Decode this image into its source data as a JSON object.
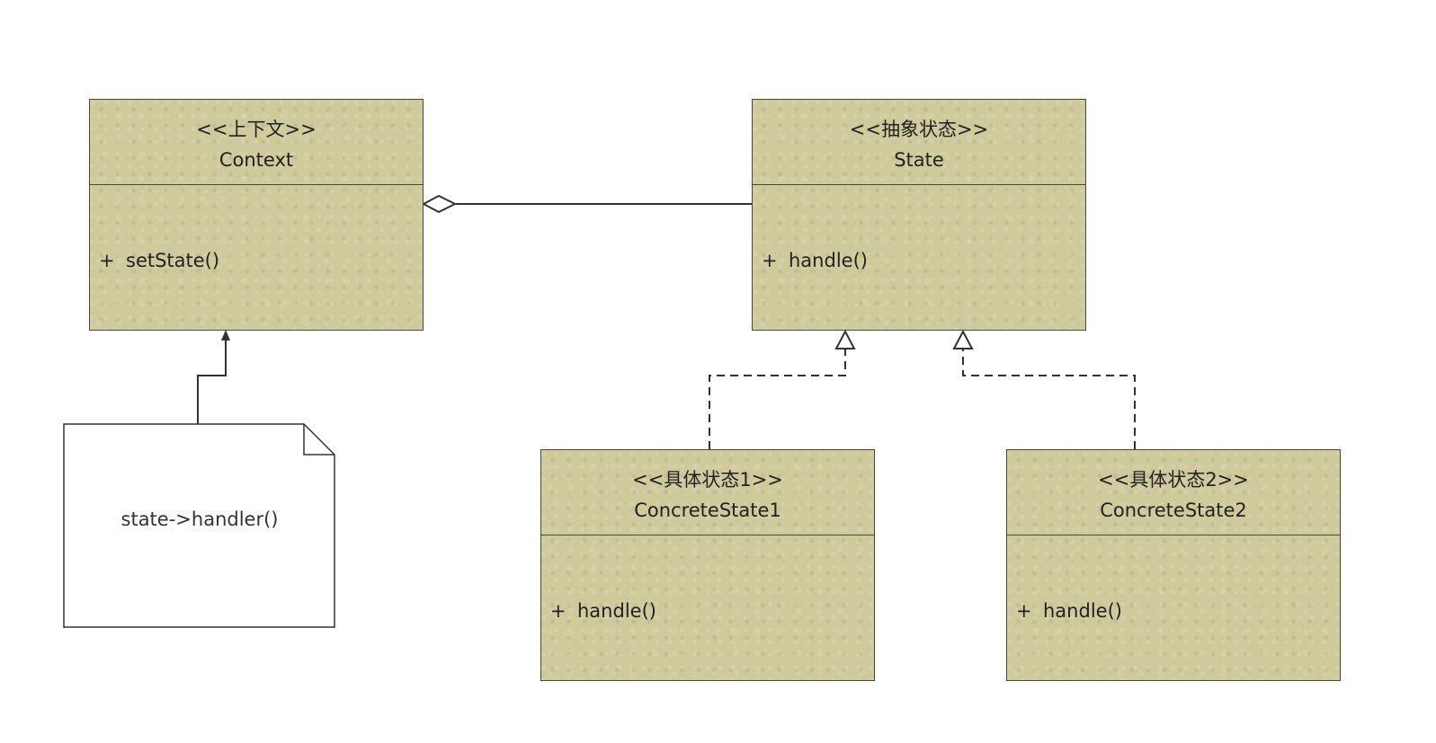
{
  "classes": {
    "context": {
      "stereotype": "<<上下文>>",
      "name": "Context",
      "visibility": "+",
      "operation": "setState()"
    },
    "state": {
      "stereotype": "<<抽象状态>>",
      "name": "State",
      "visibility": "+",
      "operation": "handle()"
    },
    "concrete1": {
      "stereotype": "<<具体状态1>>",
      "name": "ConcreteState1",
      "visibility": "+",
      "operation": "handle()"
    },
    "concrete2": {
      "stereotype": "<<具体状态2>>",
      "name": "ConcreteState2",
      "visibility": "+",
      "operation": "handle()"
    }
  },
  "note": {
    "text": "state->handler()"
  },
  "colors": {
    "class_fill": "#cfca9c",
    "stroke": "#4a4a3a",
    "note_fill": "#ffffff"
  }
}
